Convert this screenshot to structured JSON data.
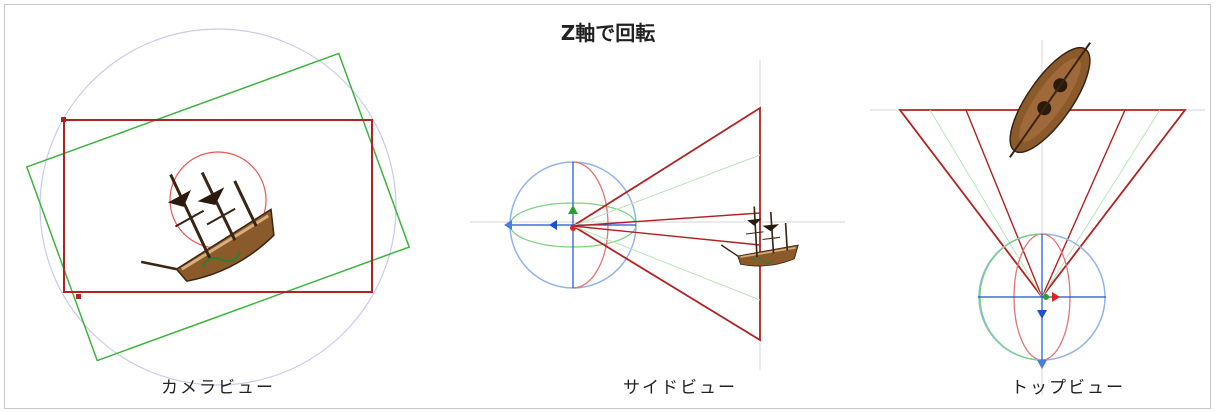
{
  "title": "Z軸で回転",
  "views": [
    {
      "label": "カメラビュー"
    },
    {
      "label": "サイドビュー"
    },
    {
      "label": "トップビュー"
    }
  ],
  "colors": {
    "frustum": "#b22222",
    "rotated_frame": "#3cb43c",
    "axis_red": "#e02020",
    "axis_green": "#2ca02c",
    "axis_blue": "#1e4fd6",
    "sphere": "#8fb4ef",
    "guide": "#cfcfcf",
    "ship_hull": "#8b5a2b"
  },
  "icons": [
    "ship-model"
  ]
}
